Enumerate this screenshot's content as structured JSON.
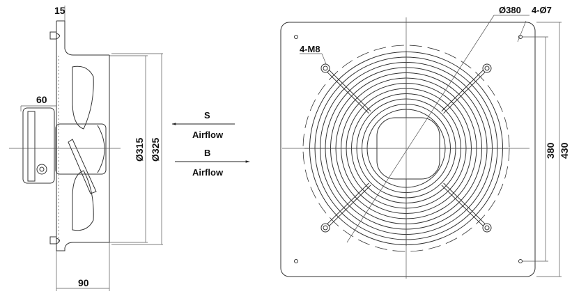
{
  "side_view": {
    "dim_flange_thickness": "15",
    "dim_motor_depth": "60",
    "dim_housing_depth": "90",
    "dim_inner_diameter": "Ø315",
    "dim_outer_diameter": "Ø325"
  },
  "airflow": {
    "suction_label": "S",
    "suction_text": "Airflow",
    "blowing_label": "B",
    "blowing_text": "Airflow"
  },
  "front_view": {
    "dim_bolt_circle": "Ø380",
    "dim_mount_holes": "4-Ø7",
    "dim_guard_threads": "4-M8",
    "dim_hole_spacing": "380",
    "dim_plate_size": "430"
  }
}
